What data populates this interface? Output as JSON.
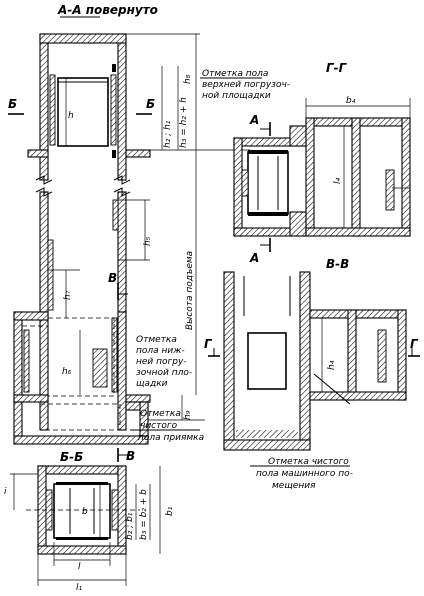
{
  "titles": {
    "aa": "А-А повернуто",
    "gg": "Г-Г",
    "vv": "В-В",
    "bb": "Б-Б"
  },
  "notes": {
    "upper_floor": [
      "Отметка пола",
      "верхней погрузоч-",
      "ной площадки"
    ],
    "lower_floor": [
      "Отметка",
      "пола ниж-",
      "ней погру-",
      "зочной пло-",
      "щадки"
    ],
    "pit_floor": [
      "Отметка",
      "чистого",
      "пола приямка"
    ],
    "machine_floor": [
      "Отметка чистого",
      "пола машинного по-",
      "мещения"
    ],
    "lift_height": "Высота подъема"
  },
  "section_marks": {
    "b": "Б",
    "v": "В",
    "g": "Г",
    "a": "А"
  },
  "dims": {
    "h": "h",
    "h1_h2": "h₂ ; h₁",
    "h3": "h₃ = h₂ + h",
    "h8": "h₈",
    "h5": "h₅",
    "h6": "h₆",
    "h7": "h₇",
    "h9": "h₉",
    "h4": "h₄",
    "b4": "b₄",
    "l4": "l₄",
    "b": "b",
    "b2_b1": "b₂ ; b₁",
    "b3": "b₃ = b₂ + b",
    "b1": "b₁",
    "l": "l",
    "l1": "l₁",
    "i": "i"
  }
}
